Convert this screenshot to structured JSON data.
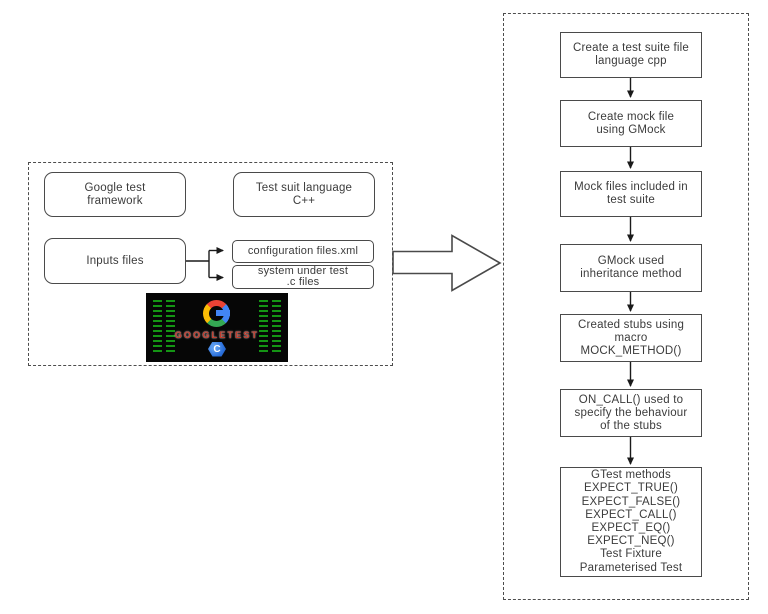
{
  "left_panel": {
    "framework_box": "Google test\nframework",
    "language_box": "Test suit language\nC++",
    "inputs_box": "Inputs files",
    "config_box": "configuration files.xml",
    "system_box": "system under test\n.c files",
    "logo": {
      "title": "GOOGLETEST",
      "cpp_badge_letter": "C",
      "icons": {
        "google_g": "google-g-ring-multicolor",
        "cpp_badge": "blue-hexagon-c",
        "code_strips": "green-code-dashes"
      }
    }
  },
  "right_panel": {
    "steps": [
      {
        "label": "Create a test suite file\nlanguage cpp"
      },
      {
        "label": "Create mock file\nusing GMock"
      },
      {
        "label": "Mock files included in\ntest suite"
      },
      {
        "label": "GMock used\ninheritance method"
      },
      {
        "label": "Created stubs using\nmacro\nMOCK_METHOD()"
      },
      {
        "label": "ON_CALL() used to\nspecify the behaviour\nof the stubs"
      },
      {
        "label": "GTest methods\nEXPECT_TRUE()\nEXPECT_FALSE()\nEXPECT_CALL()\nEXPECT_EQ()\nEXPECT_NEQ()\nTest Fixture\nParameterised Test"
      }
    ]
  },
  "colors": {
    "box_border": "#4a4a4a",
    "dashed_border": "#4d4d4d",
    "text": "#3b3b3b",
    "arrow": "#1a1a1a",
    "google_blue": "#4285f4",
    "google_red": "#ea4335",
    "google_yellow": "#fbbc05",
    "google_green": "#34a853",
    "logo_title_red": "#c03a2b",
    "code_green": "#149414",
    "cpp_blue": "#2a6fdb",
    "logo_background": "#060606"
  }
}
